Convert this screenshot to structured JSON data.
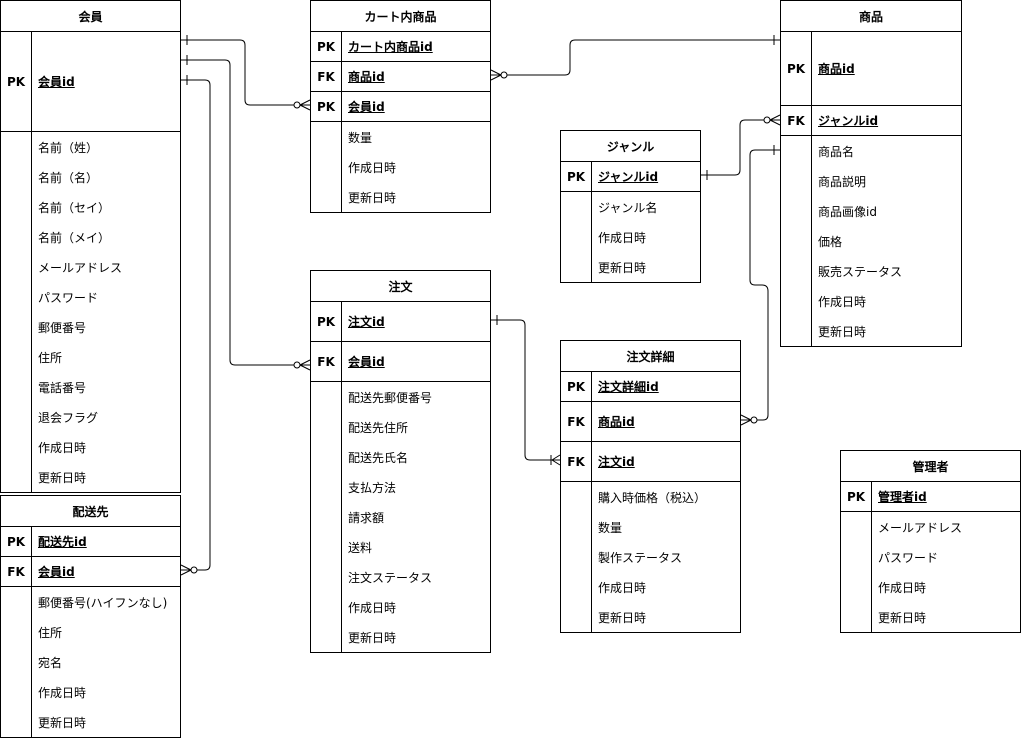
{
  "entities": {
    "member": {
      "title": "会員",
      "keys": [
        {
          "type": "PK",
          "name": "会員id"
        }
      ],
      "attrs": [
        "名前（姓）",
        "名前（名）",
        "名前（セイ）",
        "名前（メイ）",
        "メールアドレス",
        "パスワード",
        "郵便番号",
        "住所",
        "電話番号",
        "退会フラグ",
        "作成日時",
        "更新日時"
      ]
    },
    "cart": {
      "title": "カート内商品",
      "keys": [
        {
          "type": "PK",
          "name": "カート内商品id"
        },
        {
          "type": "FK",
          "name": "商品id"
        },
        {
          "type": "PK",
          "name": "会員id"
        }
      ],
      "attrs": [
        "数量",
        "作成日時",
        "更新日時"
      ]
    },
    "product": {
      "title": "商品",
      "keys": [
        {
          "type": "PK",
          "name": "商品id"
        },
        {
          "type": "FK",
          "name": "ジャンルid"
        }
      ],
      "attrs": [
        "商品名",
        "商品説明",
        "商品画像id",
        "価格",
        "販売ステータス",
        "作成日時",
        "更新日時"
      ]
    },
    "genre": {
      "title": "ジャンル",
      "keys": [
        {
          "type": "PK",
          "name": "ジャンルid"
        }
      ],
      "attrs": [
        "ジャンル名",
        "作成日時",
        "更新日時"
      ]
    },
    "order": {
      "title": "注文",
      "keys": [
        {
          "type": "PK",
          "name": "注文id"
        },
        {
          "type": "FK",
          "name": "会員id"
        }
      ],
      "attrs": [
        "配送先郵便番号",
        "配送先住所",
        "配送先氏名",
        "支払方法",
        "請求額",
        "送料",
        "注文ステータス",
        "作成日時",
        "更新日時"
      ]
    },
    "order_detail": {
      "title": "注文詳細",
      "keys": [
        {
          "type": "PK",
          "name": "注文詳細id"
        },
        {
          "type": "FK",
          "name": "商品id"
        },
        {
          "type": "FK",
          "name": "注文id"
        }
      ],
      "attrs": [
        "購入時価格（税込）",
        "数量",
        "製作ステータス",
        "作成日時",
        "更新日時"
      ]
    },
    "shipping": {
      "title": "配送先",
      "keys": [
        {
          "type": "PK",
          "name": "配送先id"
        },
        {
          "type": "FK",
          "name": "会員id"
        }
      ],
      "attrs": [
        "郵便番号(ハイフンなし)",
        "住所",
        "宛名",
        "作成日時",
        "更新日時"
      ]
    },
    "admin": {
      "title": "管理者",
      "keys": [
        {
          "type": "PK",
          "name": "管理者id"
        }
      ],
      "attrs": [
        "メールアドレス",
        "パスワード",
        "作成日時",
        "更新日時"
      ]
    }
  }
}
